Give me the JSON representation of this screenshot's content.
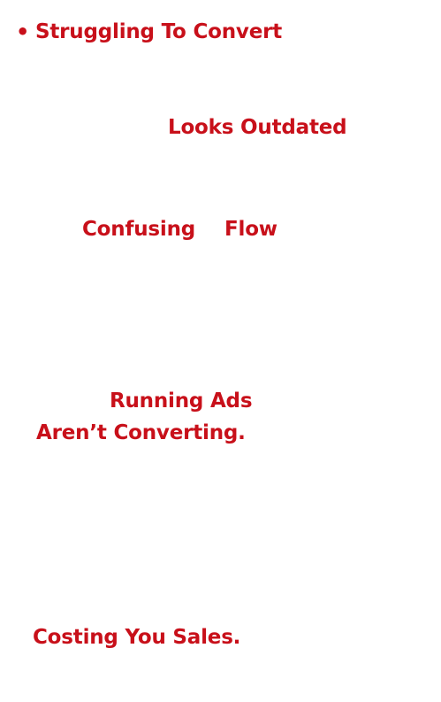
{
  "bullet_glyph": "•",
  "accent_color": "#c8101a",
  "phrases": {
    "struggling": "Struggling To Convert",
    "outdated": "Looks Outdated",
    "confusing": "Confusing",
    "flow": "Flow",
    "running_ads": "Running Ads",
    "not_converting": "Aren’t Converting.",
    "costing": "Costing You Sales."
  }
}
